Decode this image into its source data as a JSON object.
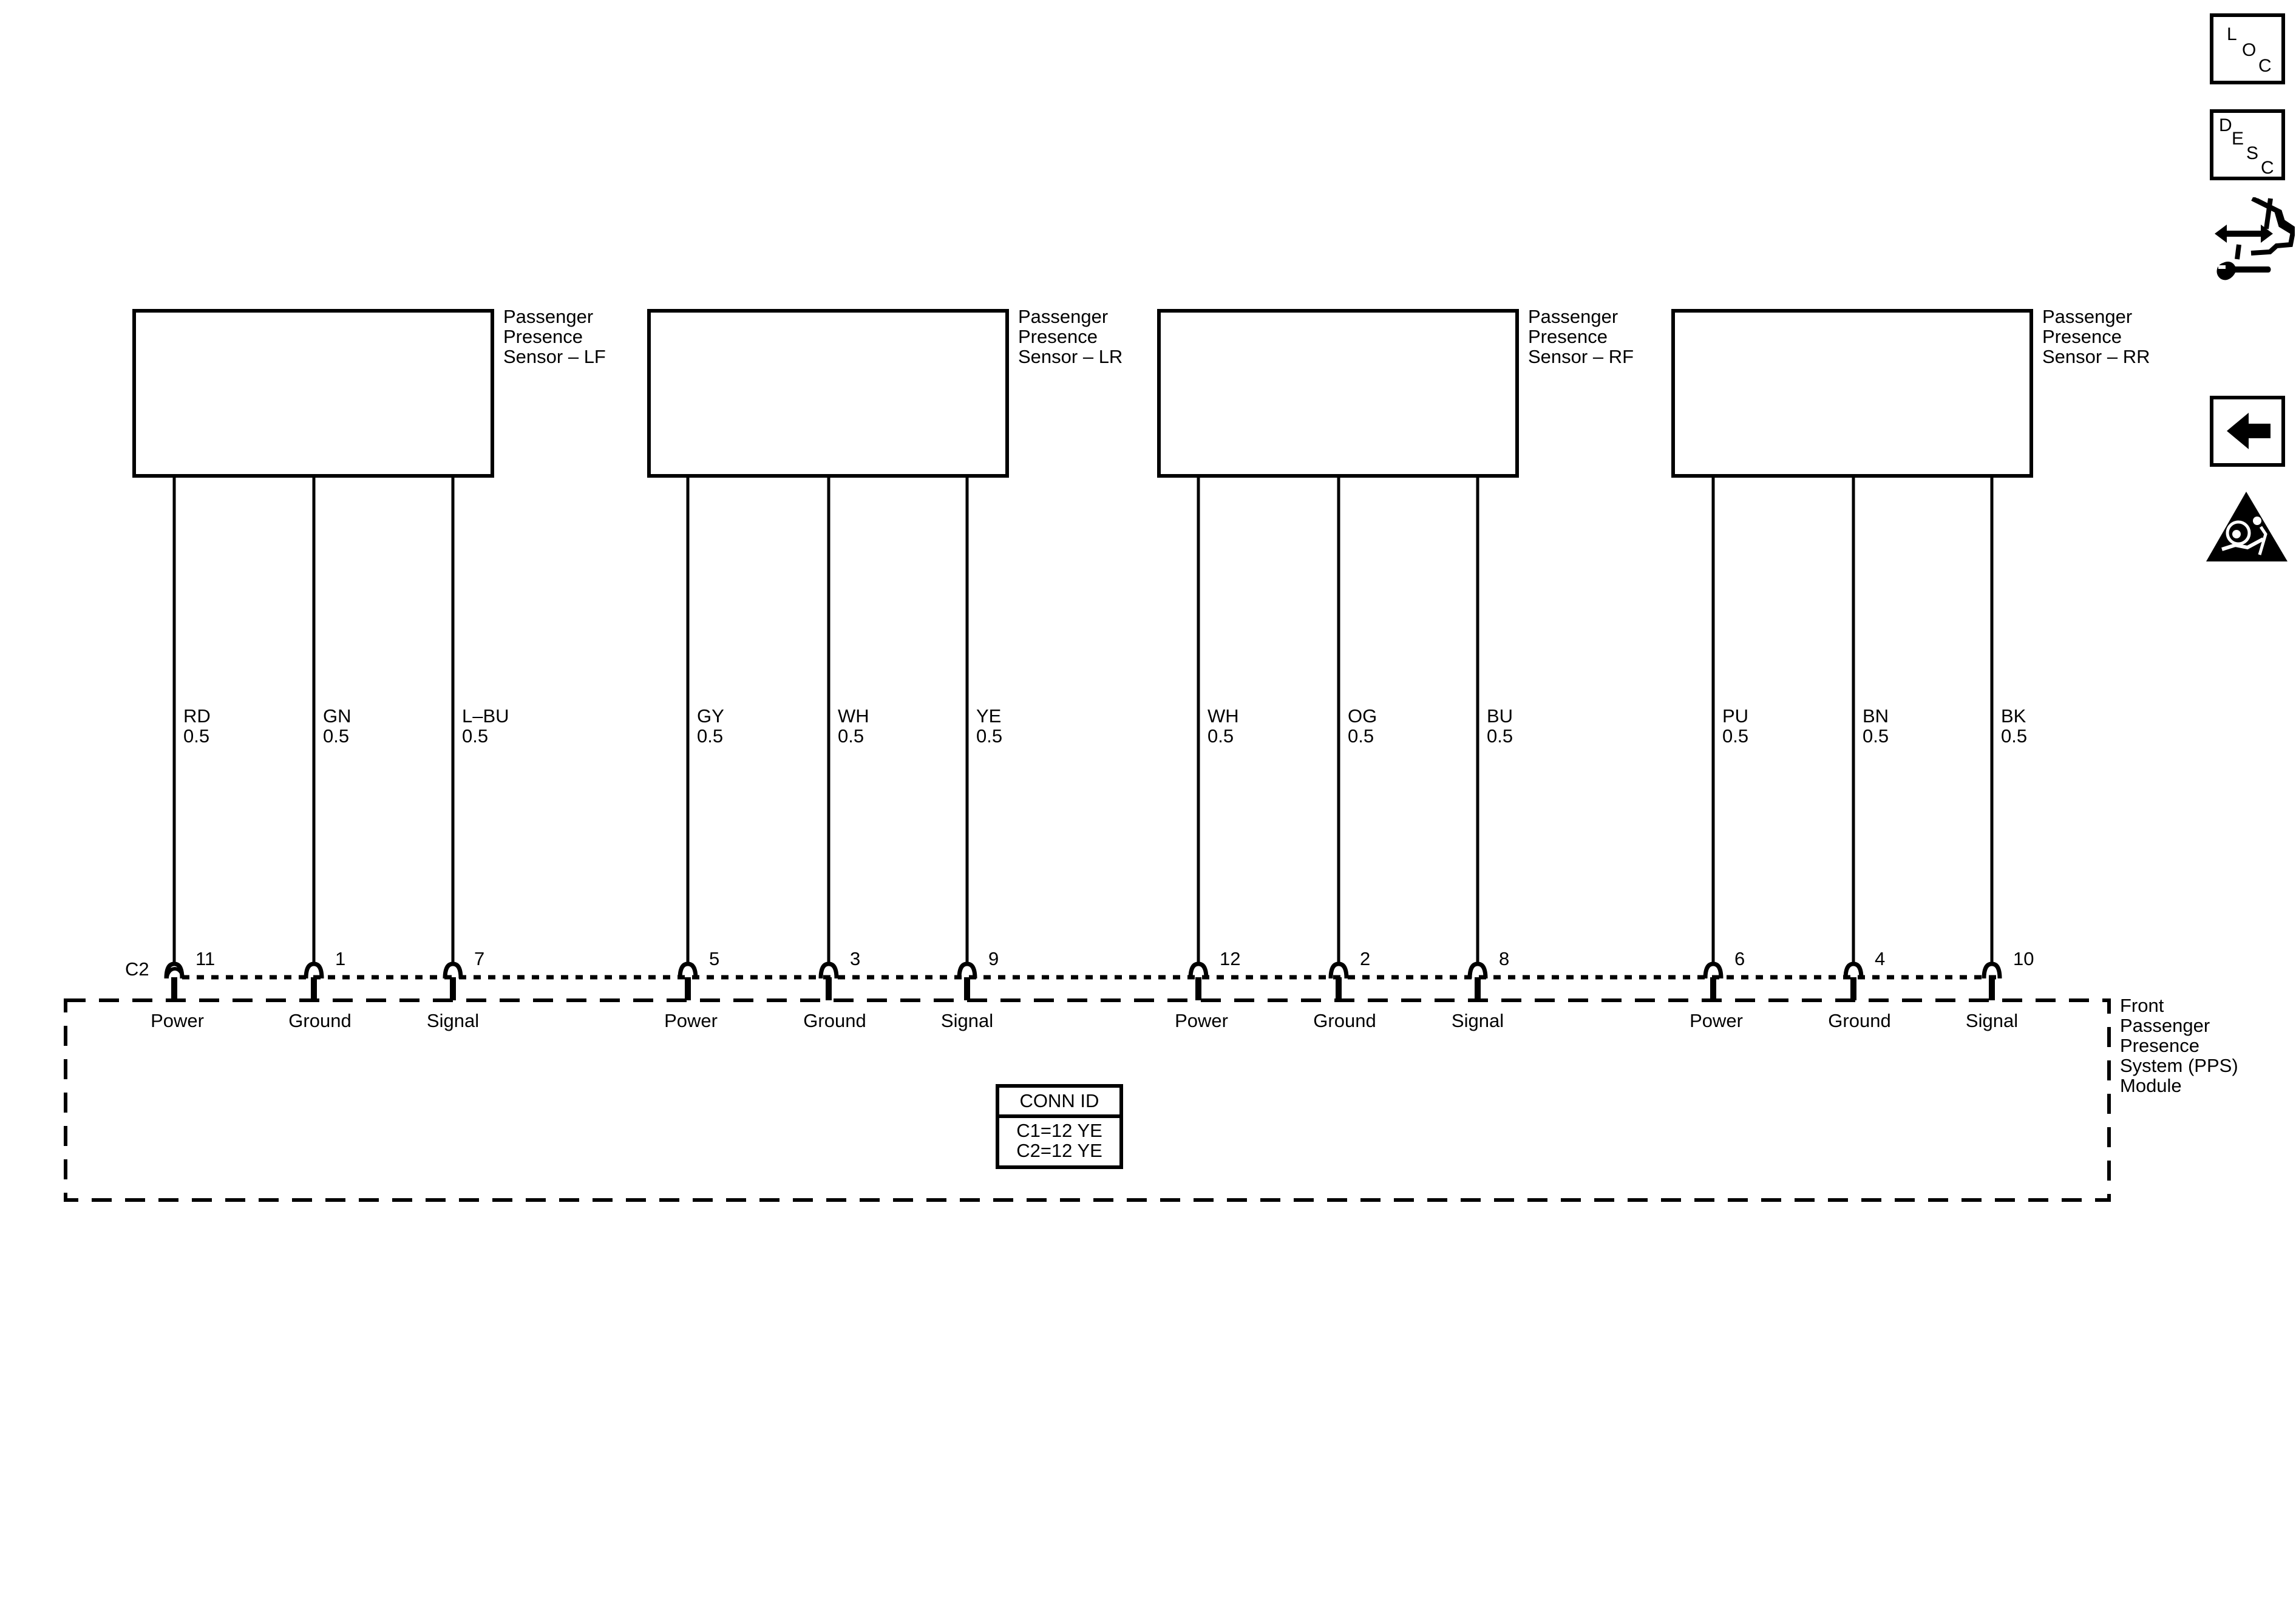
{
  "components": [
    {
      "id": "lf",
      "label": "Passenger\nPresence\nSensor – LF"
    },
    {
      "id": "lr",
      "label": "Passenger\nPresence\nSensor – LR"
    },
    {
      "id": "rf",
      "label": "Passenger\nPresence\nSensor – RF"
    },
    {
      "id": "rr",
      "label": "Passenger\nPresence\nSensor – RR"
    }
  ],
  "wires": [
    {
      "color": "RD",
      "gauge": "0.5",
      "pin": "11",
      "function": "Power"
    },
    {
      "color": "GN",
      "gauge": "0.5",
      "pin": "1",
      "function": "Ground"
    },
    {
      "color": "L–BU",
      "gauge": "0.5",
      "pin": "7",
      "function": "Signal"
    },
    {
      "color": "GY",
      "gauge": "0.5",
      "pin": "5",
      "function": "Power"
    },
    {
      "color": "WH",
      "gauge": "0.5",
      "pin": "3",
      "function": "Ground"
    },
    {
      "color": "YE",
      "gauge": "0.5",
      "pin": "9",
      "function": "Signal"
    },
    {
      "color": "WH",
      "gauge": "0.5",
      "pin": "12",
      "function": "Power"
    },
    {
      "color": "OG",
      "gauge": "0.5",
      "pin": "2",
      "function": "Ground"
    },
    {
      "color": "BU",
      "gauge": "0.5",
      "pin": "8",
      "function": "Signal"
    },
    {
      "color": "PU",
      "gauge": "0.5",
      "pin": "6",
      "function": "Power"
    },
    {
      "color": "BN",
      "gauge": "0.5",
      "pin": "4",
      "function": "Ground"
    },
    {
      "color": "BK",
      "gauge": "0.5",
      "pin": "10",
      "function": "Signal"
    }
  ],
  "connector": {
    "name": "C2"
  },
  "module": {
    "label": "Front\nPassenger\nPresence\nSystem (PPS)\nModule"
  },
  "conn_id": {
    "header": "CONN ID",
    "rows": [
      "C1=12 YE",
      "C2=12 YE"
    ]
  },
  "nav_icons": {
    "loc": {
      "letters": [
        "L",
        "O",
        "C"
      ]
    },
    "desc": {
      "letters": [
        "D",
        "E",
        "S",
        "C"
      ]
    }
  }
}
